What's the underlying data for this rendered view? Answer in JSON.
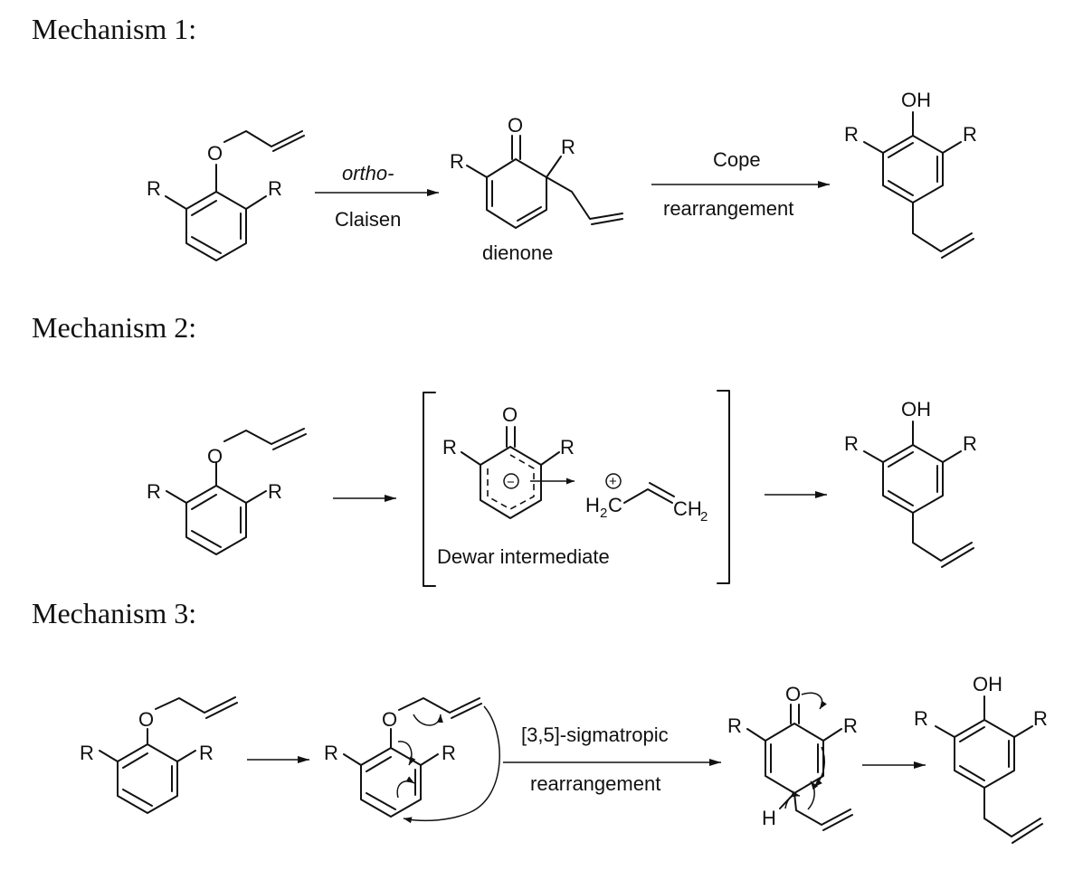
{
  "mechanisms": [
    {
      "heading": "Mechanism 1:",
      "step1_label_top": "ortho-",
      "step1_label_bottom": "Claisen",
      "intermediate_label": "dienone",
      "step2_label_top": "Cope",
      "step2_label_bottom": "rearrangement"
    },
    {
      "heading": "Mechanism 2:",
      "intermediate_label": "Dewar intermediate"
    },
    {
      "heading": "Mechanism 3:",
      "step_label_top": "[3,5]-sigmatropic",
      "step_label_bottom": "rearrangement"
    }
  ],
  "atoms": {
    "oxygen": "O",
    "substituent": "R",
    "hydroxyl": "OH",
    "hydrogen": "H",
    "methylene_left": "H",
    "methylene_left_sub": "2",
    "methylene_left_c": "C",
    "methylene_right": "CH",
    "methylene_right_sub": "2",
    "plus": "+",
    "minus": "−"
  },
  "colors": {
    "ink": "#111111",
    "background": "#ffffff"
  }
}
